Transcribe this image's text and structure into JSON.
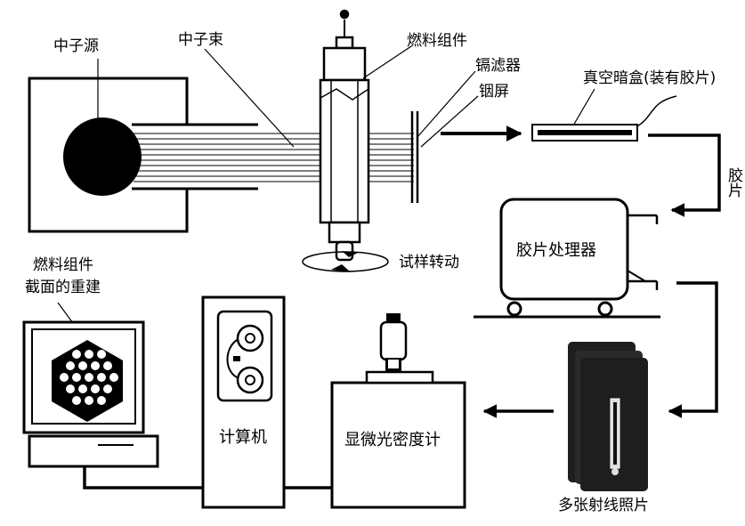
{
  "labels": {
    "neutron_source": "中子源",
    "neutron_beam": "中子束",
    "fuel_assembly": "燃料组件",
    "cadmium_filter": "镉滤器",
    "indium_screen": "铟屏",
    "vacuum_cassette": "真空暗盒(装有胶片)",
    "film": "胶片",
    "film_processor": "胶片处理器",
    "sample_rotation": "试样转动",
    "reconstruction_line1": "燃料组件",
    "reconstruction_line2": "截面的重建",
    "computer": "计算机",
    "microdensitometer": "显微光密度计",
    "radiographs": "多张射线照片"
  },
  "colors": {
    "ink": "#000000",
    "paper": "#ffffff",
    "film_stack": "#1e1e1e"
  }
}
